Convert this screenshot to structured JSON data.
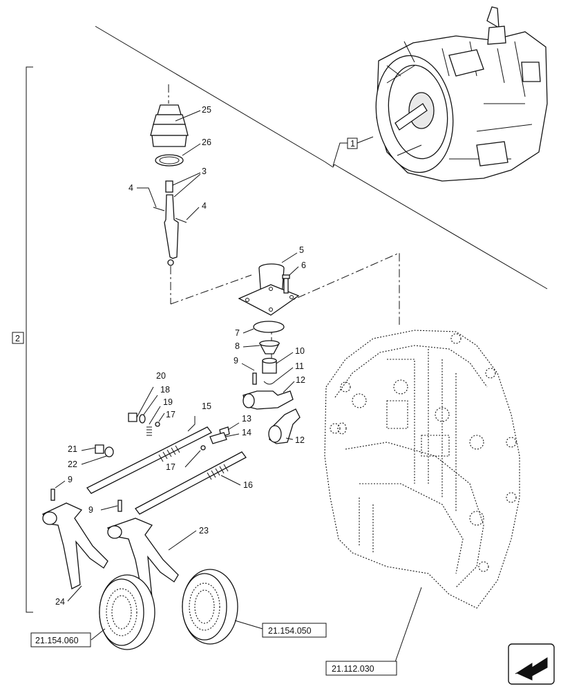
{
  "callouts": {
    "c1": "1",
    "c2": "2",
    "c3": "3",
    "c4a": "4",
    "c4b": "4",
    "c5": "5",
    "c6": "6",
    "c7": "7",
    "c8": "8",
    "c9a": "9",
    "c9b": "9",
    "c9c": "9",
    "c10": "10",
    "c11": "11",
    "c12a": "12",
    "c12b": "12",
    "c13": "13",
    "c14": "14",
    "c15": "15",
    "c16": "16",
    "c17a": "17",
    "c17b": "17",
    "c18": "18",
    "c19": "19",
    "c20": "20",
    "c21": "21",
    "c22": "22",
    "c23": "23",
    "c24": "24",
    "c25": "25",
    "c26": "26"
  },
  "references": {
    "ref_21154060": "21.154.060",
    "ref_21154050": "21.154.050",
    "ref_21112030": "21.112.030"
  },
  "nav_icon": "back-arrow-icon"
}
